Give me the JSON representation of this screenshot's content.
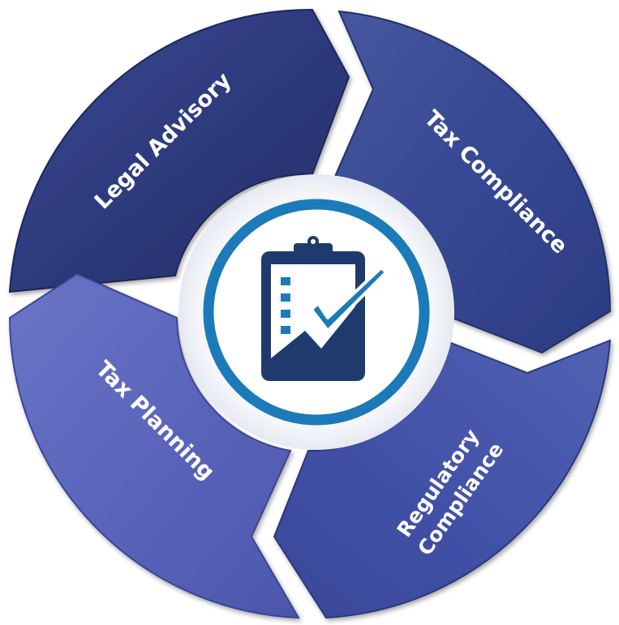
{
  "diagram": {
    "segments": [
      {
        "label": "Legal Advisory",
        "color": "#2a3570"
      },
      {
        "label": "Tax Compliance",
        "color": "#33458e"
      },
      {
        "label": "Regulatory",
        "label_line2": "Compliance",
        "color": "#3f4fa6"
      },
      {
        "label": "Tax Planning",
        "color": "#5661b8"
      }
    ],
    "center_icon": "clipboard-checklist-icon",
    "colors": {
      "ring": "#1c7ab8",
      "icon": "#1f3b6e",
      "check": "#1c7ab8"
    }
  }
}
